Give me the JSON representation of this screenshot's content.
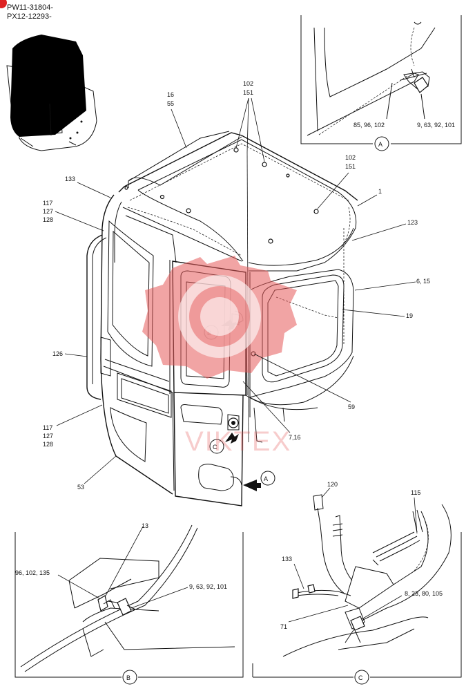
{
  "header": {
    "line1": "PW11-31804-",
    "line2": "PX12-12293-"
  },
  "watermark": {
    "text": "VIKTEX",
    "color": "#e65a5a"
  },
  "detail_views": {
    "A": "A",
    "B": "B",
    "C": "C"
  },
  "callouts": {
    "l1": "1",
    "l6_15": "6, 15",
    "l7_16": "7,16",
    "l16": "16",
    "l55": "55",
    "l19": "19",
    "l53": "53",
    "l59": "59",
    "l102a": "102",
    "l151a": "151",
    "l102b": "102",
    "l151b": "151",
    "l117a": "117",
    "l127a": "127",
    "l128a": "128",
    "l117b": "117",
    "l127b": "127",
    "l128b": "128",
    "l123": "123",
    "l126": "126",
    "l133": "133",
    "la85": "85, 96, 102",
    "la9": "9, 63, 92, 101",
    "lb13": "13",
    "lb96": "96, 102, 135",
    "lb9": "9, 63, 92, 101",
    "lc120": "120",
    "lc115": "115",
    "lc133": "133",
    "lc8": "8, 23, 80, 105",
    "lc71": "71"
  }
}
